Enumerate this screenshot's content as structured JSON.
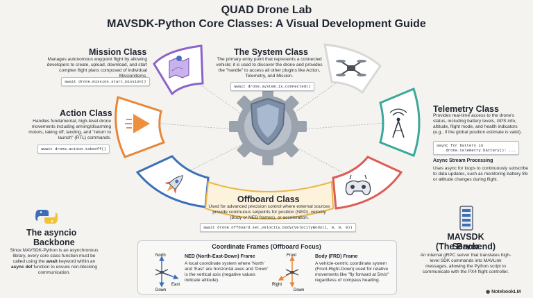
{
  "header": {
    "title_line1": "QUAD Drone Lab",
    "title_line2": "MAVSDK-Python Core Classes: A Visual Development Guide"
  },
  "mission": {
    "title": "Mission Class",
    "desc": "Manages autonomous waypoint flight by allowing developers to create, upload, download, and start complex flight plans composed of individual MissionItems.",
    "code": "await drone.mission.start_mission()"
  },
  "system": {
    "title": "The System Class",
    "desc": "The primary entry point that represents a connected vehicle; it is used to discover the drone and provides the \"handle\" to access all other plugins like Action, Telemetry, and Mission.",
    "code": "await drone.system.is_connected()"
  },
  "action": {
    "title": "Action Class",
    "desc": "Handles fundamental, high-level drone movements including arming/disarming motors, taking off, landing, and \"return to launch\" (RTL) commands.",
    "code": "await drone.action.takeoff()"
  },
  "telemetry": {
    "title": "Telemetry Class",
    "desc": "Provides real-time access to the drone's status, including battery levels, GPS info, altitude, flight mode, and health indicators (e.g., if the global position estimate is valid).",
    "code": "async for battery in\n    drone.telemetry.battery(): ...",
    "async_title": "Async Stream Processing",
    "async_desc": "Uses async for loops to continuously subscribe to data updates, such as monitoring battery life or altitude changes during flight."
  },
  "offboard": {
    "title": "Offboard Class",
    "desc": "Used for advanced precision control where external sources provide continuous setpoints for position (NED), velocity (Body or NED frames), or acceleration.",
    "code": "await drone.offboard.set_velocity_body(VelocityBody(1, 0, 0, 0))"
  },
  "asyncio": {
    "title_line1": "The asyncio",
    "title_line2": "Backbone",
    "desc_a": "Since MAVSDK-Python is an asynchronous library, every core class function must be called using the",
    "desc_bold1": "await",
    "desc_b": "keyword within an",
    "desc_bold2": "async def",
    "desc_c": "function to ensure non-blocking communication."
  },
  "server": {
    "title_line1": "MAVSDK Server",
    "title_line2": "(The Backend)",
    "desc": "An internal gRPC server that translates high-level SDK commands into MAVLink messages, allowing the Python script to communicate with the PX4 flight controller."
  },
  "frames": {
    "title": "Coordinate Frames (Offboard Focus)",
    "ned_title": "NED (North-East-Down) Frame",
    "ned_desc": "A local coordinate system where 'North' and 'East' are horizontal axes and 'Down' is the vertical axis (negative values indicate altitude).",
    "ned_north": "North",
    "ned_east": "East",
    "ned_down": "Down",
    "frd_title": "Body (FRD) Frame",
    "frd_desc": "A vehicle-centric coordinate system (Front-Right-Down) used for relative movements like \"fly forward at 5m/s\" regardless of compass heading.",
    "frd_front": "Front",
    "frd_right": "Right",
    "frd_down": "Down"
  },
  "watermark": "NotebookLM",
  "colors": {
    "mission": "#8b63c9",
    "system": "#d8d8d8",
    "action": "#e8863a",
    "telemetry": "#3aa89a",
    "offboard": "#e9b84a",
    "rc": "#e05b55",
    "blue": "#3d6fb6"
  }
}
